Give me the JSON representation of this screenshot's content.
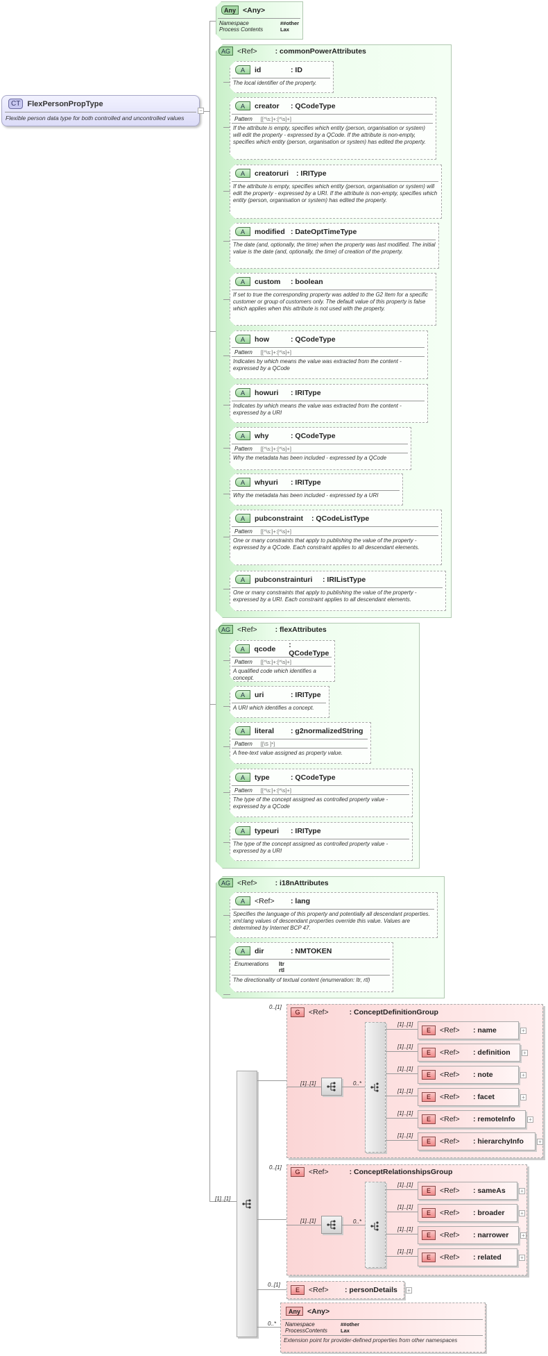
{
  "complex_type": {
    "badge": "CT",
    "name": "FlexPersonPropType",
    "description": "Flexible person data type for both controlled and uncontrolled values"
  },
  "any_top": {
    "badge": "Any",
    "label": "<Any>",
    "namespace_label": "Namespace",
    "namespace_value": "##other",
    "process_label": "Process Contents",
    "process_value": "Lax"
  },
  "common_power_attributes": {
    "badge": "AG",
    "ref": "<Ref>",
    "name": ": commonPowerAttributes",
    "attributes": [
      {
        "badge": "A",
        "name": "id",
        "type": ": ID",
        "pattern": null,
        "description": "The local identifier of the property."
      },
      {
        "badge": "A",
        "name": "creator",
        "type": ": QCodeType",
        "pattern_label": "Pattern",
        "pattern": "[[^\\s:]+:[^\\s]+]",
        "description": "If the attribute is empty, specifies which entity (person, organisation or system) will edit the property - expressed by a QCode. If the attribute is non-empty, specifies which entity (person, organisation or system) has edited the property."
      },
      {
        "badge": "A",
        "name": "creatoruri",
        "type": ": IRIType",
        "pattern": null,
        "description": "If the attribute is empty, specifies which entity (person, organisation or system) will edit the property - expressed by a URI. If the attribute is non-empty, specifies which entity (person, organisation or system) has edited the property."
      },
      {
        "badge": "A",
        "name": "modified",
        "type": ": DateOptTimeType",
        "pattern": null,
        "description": "The date (and, optionally, the time) when the property was last modified. The initial value is the date (and, optionally, the time) of creation of the property."
      },
      {
        "badge": "A",
        "name": "custom",
        "type": ": boolean",
        "pattern": null,
        "description": "If set to true the corresponding property was added to the G2 Item for a specific customer or group of customers only. The default value of this property is false which applies when this attribute is not used with the property."
      },
      {
        "badge": "A",
        "name": "how",
        "type": ": QCodeType",
        "pattern_label": "Pattern",
        "pattern": "[[^\\s:]+:[^\\s]+]",
        "description": "Indicates by which means the value was extracted from the content - expressed by a QCode"
      },
      {
        "badge": "A",
        "name": "howuri",
        "type": ": IRIType",
        "pattern": null,
        "description": "Indicates by which means the value was extracted from the content - expressed by a URI"
      },
      {
        "badge": "A",
        "name": "why",
        "type": ": QCodeType",
        "pattern_label": "Pattern",
        "pattern": "[[^\\s:]+:[^\\s]+]",
        "description": "Why the metadata has been included - expressed by a QCode"
      },
      {
        "badge": "A",
        "name": "whyuri",
        "type": ": IRIType",
        "pattern": null,
        "description": "Why the metadata has been included - expressed by a URI"
      },
      {
        "badge": "A",
        "name": "pubconstraint",
        "type": ": QCodeListType",
        "pattern_label": "Pattern",
        "pattern": "[[^\\s:]+:[^\\s]+]",
        "description": "One or many constraints that apply to publishing the value of the property - expressed by a QCode. Each constraint applies to all descendant elements."
      },
      {
        "badge": "A",
        "name": "pubconstrainturi",
        "type": ": IRIListType",
        "pattern": null,
        "description": "One or many constraints that apply to publishing the value of the property - expressed by a URI. Each constraint applies to all descendant elements."
      }
    ]
  },
  "flex_attributes": {
    "badge": "AG",
    "ref": "<Ref>",
    "name": ": flexAttributes",
    "attributes": [
      {
        "badge": "A",
        "name": "qcode",
        "type": ": QCodeType",
        "pattern_label": "Pattern",
        "pattern": "[[^\\s:]+:[^\\s]+]",
        "description": "A qualified code which identifies a concept."
      },
      {
        "badge": "A",
        "name": "uri",
        "type": ": IRIType",
        "pattern": null,
        "description": "A URI which identifies a concept."
      },
      {
        "badge": "A",
        "name": "literal",
        "type": ": g2normalizedString",
        "pattern_label": "Pattern",
        "pattern": "[[\\S ]*]",
        "description": "A free-text value assigned as property value."
      },
      {
        "badge": "A",
        "name": "type",
        "type": ": QCodeType",
        "pattern_label": "Pattern",
        "pattern": "[[^\\s:]+:[^\\s]+]",
        "description": "The type of the concept assigned as controlled property value - expressed by a QCode"
      },
      {
        "badge": "A",
        "name": "typeuri",
        "type": ": IRIType",
        "pattern": null,
        "description": "The type of the concept assigned as controlled property value - expressed by a URI"
      }
    ]
  },
  "i18n_attributes": {
    "badge": "AG",
    "ref": "<Ref>",
    "name": ": i18nAttributes",
    "lang": {
      "badge": "A",
      "ref": "<Ref>",
      "name": ": lang",
      "description": "Specifies the language of this property and potentially all descendant properties. xml:lang values of descendant properties override this value. Values are determined by Internet BCP 47."
    },
    "dir": {
      "badge": "A",
      "name": "dir",
      "type": ": NMTOKEN",
      "enum_label": "Enumerations",
      "enum_values": [
        "ltr",
        "rtl"
      ],
      "description": "The directionality of textual content (enumeration: ltr, rtl)"
    }
  },
  "sequence": {
    "cardinality": "[1]..[1]"
  },
  "concept_definition_group": {
    "cardinality": "0..[1]",
    "badge": "G",
    "ref": "<Ref>",
    "name": ": ConceptDefinitionGroup",
    "seq_cardinality": "[1]..[1]",
    "choice_cardinality": "0..*",
    "elements": [
      {
        "cardinality": "[1]..[1]",
        "badge": "E",
        "ref": "<Ref>",
        "name": ": name"
      },
      {
        "cardinality": "[1]..[1]",
        "badge": "E",
        "ref": "<Ref>",
        "name": ": definition"
      },
      {
        "cardinality": "[1]..[1]",
        "badge": "E",
        "ref": "<Ref>",
        "name": ": note"
      },
      {
        "cardinality": "[1]..[1]",
        "badge": "E",
        "ref": "<Ref>",
        "name": ": facet"
      },
      {
        "cardinality": "[1]..[1]",
        "badge": "E",
        "ref": "<Ref>",
        "name": ": remoteInfo"
      },
      {
        "cardinality": "[1]..[1]",
        "badge": "E",
        "ref": "<Ref>",
        "name": ": hierarchyInfo"
      }
    ]
  },
  "concept_relationships_group": {
    "cardinality": "0..[1]",
    "badge": "G",
    "ref": "<Ref>",
    "name": ": ConceptRelationshipsGroup",
    "seq_cardinality": "[1]..[1]",
    "choice_cardinality": "0..*",
    "elements": [
      {
        "cardinality": "[1]..[1]",
        "badge": "E",
        "ref": "<Ref>",
        "name": ": sameAs"
      },
      {
        "cardinality": "[1]..[1]",
        "badge": "E",
        "ref": "<Ref>",
        "name": ": broader"
      },
      {
        "cardinality": "[1]..[1]",
        "badge": "E",
        "ref": "<Ref>",
        "name": ": narrower"
      },
      {
        "cardinality": "[1]..[1]",
        "badge": "E",
        "ref": "<Ref>",
        "name": ": related"
      }
    ]
  },
  "person_details": {
    "cardinality": "0..[1]",
    "badge": "E",
    "ref": "<Ref>",
    "name": ": personDetails"
  },
  "any_bottom": {
    "cardinality": "0..*",
    "badge": "Any",
    "label": "<Any>",
    "namespace_label": "Namespace",
    "namespace_value": "##other",
    "process_label": "ProcessContents",
    "process_value": "Lax",
    "description": "Extension point for provider-defined properties from other namespaces"
  }
}
